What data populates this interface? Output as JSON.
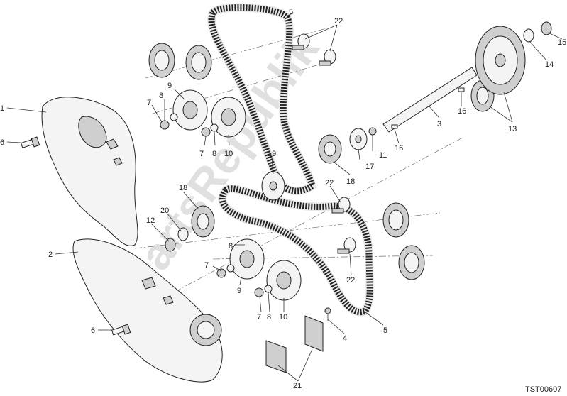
{
  "diagram": {
    "reference_code": "TST00607",
    "watermark": "PartsRepublik",
    "labels": {
      "l1": "1",
      "l2": "2",
      "l3": "3",
      "l4": "4",
      "l5a": "5",
      "l5b": "5",
      "l6a": "6",
      "l6b": "6",
      "l7a": "7",
      "l7b": "7",
      "l7c": "7",
      "l7d": "7",
      "l8a": "8",
      "l8b": "8",
      "l8c": "8",
      "l8d": "8",
      "l9a": "9",
      "l9b": "9",
      "l10a": "10",
      "l10b": "10",
      "l11": "11",
      "l12": "12",
      "l13": "13",
      "l14": "14",
      "l15": "15",
      "l16a": "16",
      "l16b": "16",
      "l17": "17",
      "l18a": "18",
      "l18b": "18",
      "l19": "19",
      "l20": "20",
      "l21": "21",
      "l22a": "22",
      "l22b": "22",
      "l22c": "22"
    }
  }
}
